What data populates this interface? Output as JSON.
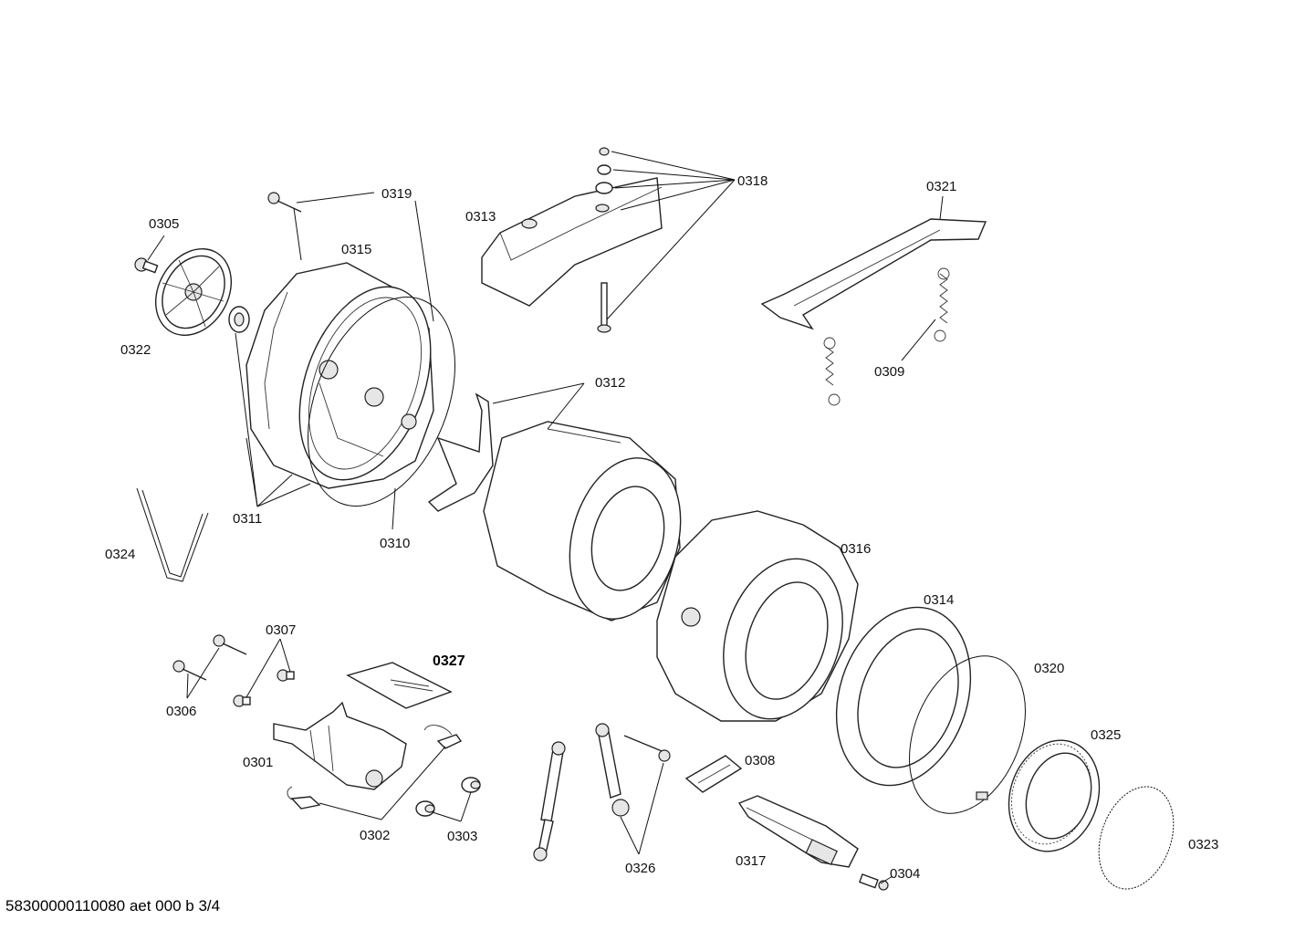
{
  "labels": {
    "p0305": "0305",
    "p0319": "0319",
    "p0315": "0315",
    "p0313": "0313",
    "p0318": "0318",
    "p0321": "0321",
    "p0322": "0322",
    "p0312": "0312",
    "p0309": "0309",
    "p0311": "0311",
    "p0310": "0310",
    "p0316": "0316",
    "p0324": "0324",
    "p0314": "0314",
    "p0307": "0307",
    "p0327": "0327",
    "p0320": "0320",
    "p0306": "0306",
    "p0308": "0308",
    "p0325": "0325",
    "p0301": "0301",
    "p0302": "0302",
    "p0303": "0303",
    "p0326": "0326",
    "p0317": "0317",
    "p0323": "0323",
    "p0304": "0304"
  },
  "footer": "58300000110080 aet 000 b 3/4"
}
